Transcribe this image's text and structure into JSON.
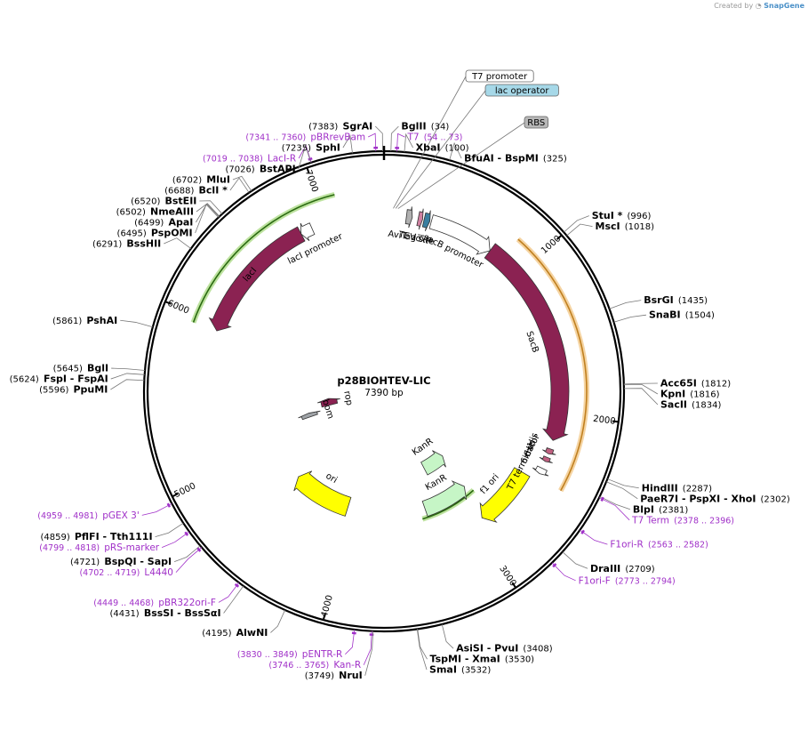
{
  "credit": {
    "prefix": "Created by",
    "brand": "SnapGene"
  },
  "plasmid": {
    "name": "p28BIOHTEV-LIC",
    "size_label": "7390 bp",
    "length": 7390
  },
  "ticks": [
    {
      "pos": 1000,
      "label": "1000"
    },
    {
      "pos": 2000,
      "label": "2000"
    },
    {
      "pos": 3000,
      "label": "3000"
    },
    {
      "pos": 4000,
      "label": "4000"
    },
    {
      "pos": 5000,
      "label": "5000"
    },
    {
      "pos": 6000,
      "label": "6000"
    },
    {
      "pos": 7000,
      "label": "7000"
    }
  ],
  "sites": [
    {
      "pos": 7383,
      "name": "SgrAI",
      "pos_label": "(7383)"
    },
    {
      "pos": 34,
      "name": "BglII",
      "pos_label": "(34)"
    },
    {
      "pos": 7235,
      "name": "SphI",
      "pos_label": "(7235)"
    },
    {
      "pos": 7026,
      "name": "BstAPI",
      "pos_label": "(7026)"
    },
    {
      "pos": 100,
      "name": "XbaI",
      "pos_label": "(100)"
    },
    {
      "pos": 325,
      "name": "BfuAI  -  BspMI",
      "pos_label": "(325)"
    },
    {
      "pos": 6702,
      "name": "MluI",
      "pos_label": "(6702)"
    },
    {
      "pos": 6688,
      "name": "BclI *",
      "pos_label": "(6688)"
    },
    {
      "pos": 6520,
      "name": "BstEII",
      "pos_label": "(6520)"
    },
    {
      "pos": 6502,
      "name": "NmeAIII",
      "pos_label": "(6502)"
    },
    {
      "pos": 6499,
      "name": "ApaI",
      "pos_label": "(6499)"
    },
    {
      "pos": 6495,
      "name": "PspOMI",
      "pos_label": "(6495)"
    },
    {
      "pos": 6291,
      "name": "BssHII",
      "pos_label": "(6291)"
    },
    {
      "pos": 996,
      "name": "StuI *",
      "pos_label": "(996)"
    },
    {
      "pos": 1018,
      "name": "MscI",
      "pos_label": "(1018)"
    },
    {
      "pos": 1435,
      "name": "BsrGI",
      "pos_label": "(1435)"
    },
    {
      "pos": 1504,
      "name": "SnaBI",
      "pos_label": "(1504)"
    },
    {
      "pos": 5861,
      "name": "PshAI",
      "pos_label": "(5861)"
    },
    {
      "pos": 1812,
      "name": "Acc65I",
      "pos_label": "(1812)"
    },
    {
      "pos": 1816,
      "name": "KpnI",
      "pos_label": "(1816)"
    },
    {
      "pos": 1834,
      "name": "SacII",
      "pos_label": "(1834)"
    },
    {
      "pos": 5645,
      "name": "BglI",
      "pos_label": "(5645)"
    },
    {
      "pos": 5624,
      "name": "FspI  -  FspAI",
      "pos_label": "(5624)"
    },
    {
      "pos": 5596,
      "name": "PpuMI",
      "pos_label": "(5596)"
    },
    {
      "pos": 2287,
      "name": "HindIII",
      "pos_label": "(2287)"
    },
    {
      "pos": 2302,
      "name": "PaeR7I  -  PspXI  -  XhoI",
      "pos_label": "(2302)"
    },
    {
      "pos": 2381,
      "name": "BlpI",
      "pos_label": "(2381)"
    },
    {
      "pos": 4859,
      "name": "PflFI  -  Tth111I",
      "pos_label": "(4859)"
    },
    {
      "pos": 4721,
      "name": "BspQI  -  SapI",
      "pos_label": "(4721)"
    },
    {
      "pos": 2709,
      "name": "DraIII",
      "pos_label": "(2709)"
    },
    {
      "pos": 4431,
      "name": "BssSI  -  BssSαI",
      "pos_label": "(4431)"
    },
    {
      "pos": 4195,
      "name": "AlwNI",
      "pos_label": "(4195)"
    },
    {
      "pos": 3749,
      "name": "NruI",
      "pos_label": "(3749)"
    },
    {
      "pos": 3408,
      "name": "AsiSI  -  PvuI",
      "pos_label": "(3408)"
    },
    {
      "pos": 3530,
      "name": "TspMI  -  XmaI",
      "pos_label": "(3530)"
    },
    {
      "pos": 3532,
      "name": "SmaI",
      "pos_label": "(3532)"
    }
  ],
  "primers": [
    {
      "pos": 7350,
      "name": "pBRrevBam",
      "range": "(7341 .. 7360)"
    },
    {
      "pos": 63,
      "name": "T7",
      "range": "(54 .. 73)"
    },
    {
      "pos": 7028,
      "name": "LacI-R",
      "range": "(7019 .. 7038)"
    },
    {
      "pos": 4970,
      "name": "pGEX 3'",
      "range": "(4959 .. 4981)"
    },
    {
      "pos": 4808,
      "name": "pRS-marker",
      "range": "(4799 .. 4818)"
    },
    {
      "pos": 4710,
      "name": "L4440",
      "range": "(4702 .. 4719)"
    },
    {
      "pos": 4458,
      "name": "pBR322ori-F",
      "range": "(4449 .. 4468)"
    },
    {
      "pos": 3840,
      "name": "pENTR-R",
      "range": "(3830 .. 3849)"
    },
    {
      "pos": 3755,
      "name": "Kan-R",
      "range": "(3746 .. 3765)"
    },
    {
      "pos": 2387,
      "name": "T7 Term",
      "range": "(2378 .. 2396)"
    },
    {
      "pos": 2572,
      "name": "F1ori-R",
      "range": "(2563 .. 2582)"
    },
    {
      "pos": 2783,
      "name": "F1ori-F",
      "range": "(2773 .. 2794)"
    }
  ],
  "boxed_features": [
    {
      "name": "T7 promoter",
      "fill": "#ffffff"
    },
    {
      "name": "lac operator",
      "fill": "#a6d8e8"
    },
    {
      "name": "RBS",
      "fill": "#b8b8b8"
    }
  ],
  "features": [
    {
      "name": "lacI",
      "start": 6820,
      "end": 5950,
      "color": "#8b2252",
      "label_inside": true
    },
    {
      "name": "lacI promoter",
      "start": 6900,
      "end": 6820,
      "color": "#ffffff"
    },
    {
      "name": "AviTag™",
      "start": 150,
      "end": 190,
      "color": "#b0b0b0"
    },
    {
      "name": "TEV site",
      "start": 230,
      "end": 260,
      "color": "#d080a0"
    },
    {
      "name": "loxP",
      "start": 270,
      "end": 310,
      "color": "#3a7fa0"
    },
    {
      "name": "sacB promoter",
      "start": 320,
      "end": 760,
      "color": "#ffffff"
    },
    {
      "name": "SacB",
      "start": 760,
      "end": 2180,
      "color": "#8b2252"
    },
    {
      "name": "6xHis",
      "start": 2240,
      "end": 2275,
      "color": "#c06080"
    },
    {
      "name": "6xHis",
      "start": 2300,
      "end": 2330,
      "color": "#c06080"
    },
    {
      "name": "T7 terminator",
      "start": 2380,
      "end": 2420,
      "color": "#ffffff"
    },
    {
      "name": "f1 ori",
      "start": 2470,
      "end": 2920,
      "color": "#ffff00"
    },
    {
      "name": "KanR",
      "start": 3300,
      "end": 2870,
      "color": "#c6f5c6"
    },
    {
      "name": "KanR",
      "start": 3130,
      "end": 2830,
      "color": "#c6f5c6"
    },
    {
      "name": "ori",
      "start": 4050,
      "end": 4620,
      "color": "#ffff00"
    },
    {
      "name": "rop",
      "start": 5250,
      "end": 5390,
      "color": "#8b2252"
    },
    {
      "name": "bom",
      "start": 5150,
      "end": 5210,
      "color": "#a0a4a8"
    }
  ],
  "arcs": [
    {
      "name": "lacI ORF highlight",
      "start": 7100,
      "end": 5950,
      "color": "#6cbf2a"
    },
    {
      "name": "SacB ORF highlight",
      "start": 850,
      "end": 2450,
      "color": "#e8a030"
    },
    {
      "name": "KanR ORF highlight",
      "start": 3350,
      "end": 2830,
      "color": "#6cbf2a"
    }
  ]
}
